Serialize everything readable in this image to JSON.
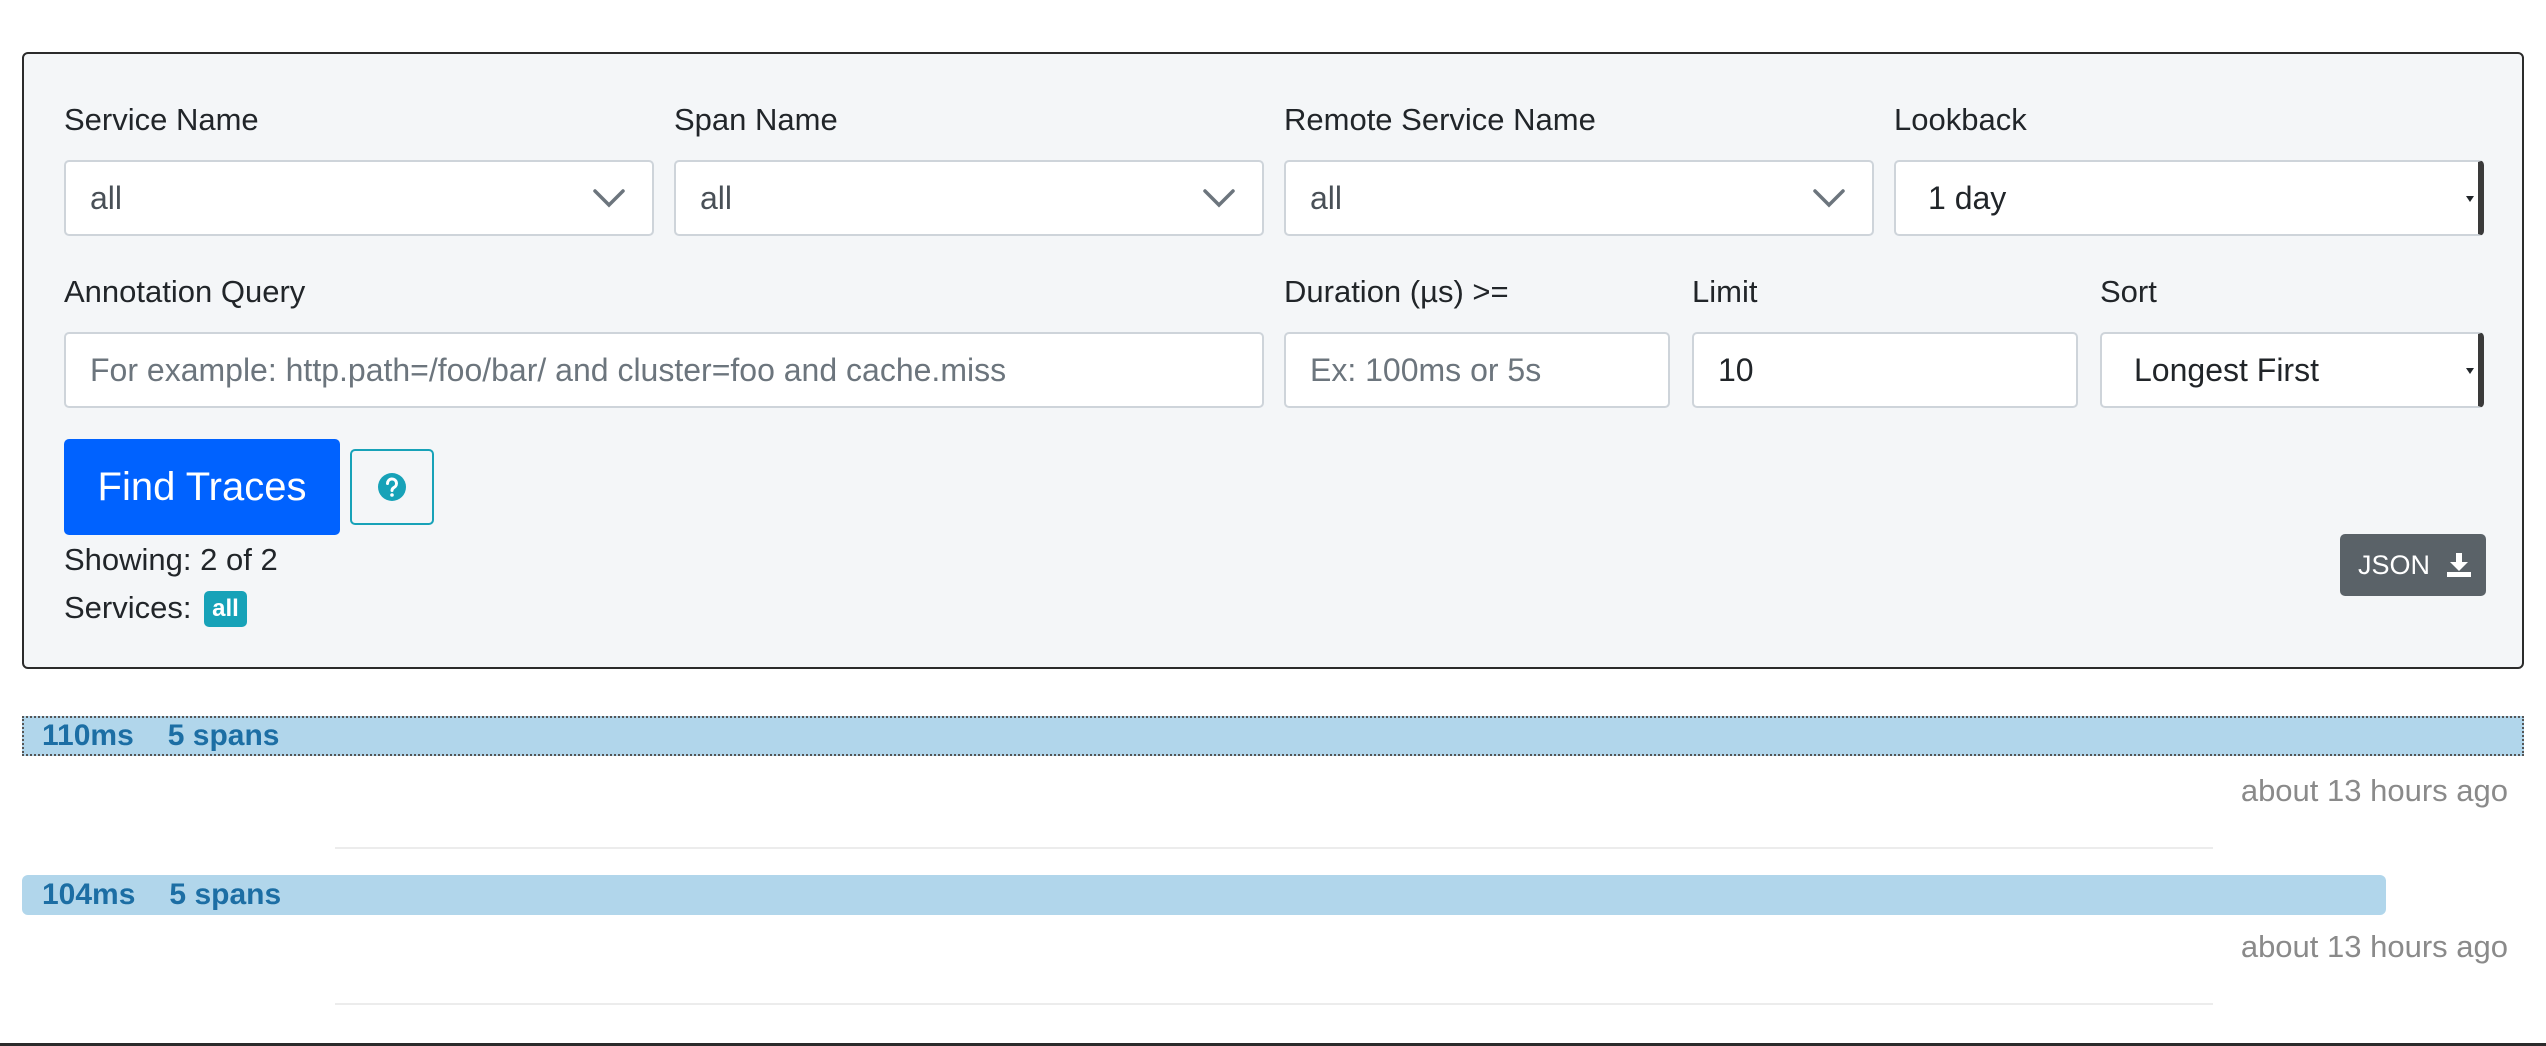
{
  "search": {
    "service_name": {
      "label": "Service Name",
      "value": "all"
    },
    "span_name": {
      "label": "Span Name",
      "value": "all"
    },
    "remote_service_name": {
      "label": "Remote Service Name",
      "value": "all"
    },
    "lookback": {
      "label": "Lookback",
      "value": "1 day"
    },
    "annotation_query": {
      "label": "Annotation Query",
      "value": "",
      "placeholder": "For example: http.path=/foo/bar/ and cluster=foo and cache.miss"
    },
    "duration": {
      "label": "Duration (µs) >=",
      "value": "",
      "placeholder": "Ex: 100ms or 5s"
    },
    "limit": {
      "label": "Limit",
      "value": "10"
    },
    "sort": {
      "label": "Sort",
      "value": "Longest First"
    },
    "find_button": "Find Traces",
    "help_icon": "question-circle-icon"
  },
  "results": {
    "showing": "Showing: 2 of 2",
    "services_label": "Services:",
    "services_badge": "all",
    "json_button": "JSON",
    "json_icon": "download-icon"
  },
  "traces": [
    {
      "duration": "110ms",
      "spans": "5 spans",
      "time_ago": "about 13 hours ago",
      "relative_width": 1.0
    },
    {
      "duration": "104ms",
      "spans": "5 spans",
      "time_ago": "about 13 hours ago",
      "relative_width": 0.945
    }
  ],
  "colors": {
    "primary": "#0062ff",
    "info": "#17a2b8",
    "secondary": "#5a6268",
    "trace_bar": "#b1d6eb",
    "trace_text": "#1c6ea4"
  }
}
